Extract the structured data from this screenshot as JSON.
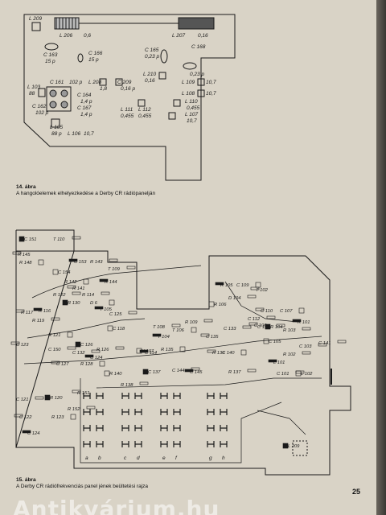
{
  "figure1": {
    "number": "14. ábra",
    "caption": "A hangolóelemek elhelyezkedése a Derby CR rádiópanelján",
    "labels": [
      {
        "id": "L209",
        "t": "L 209"
      },
      {
        "id": "L206",
        "t": "L 206"
      },
      {
        "id": "L206v",
        "t": "0,6"
      },
      {
        "id": "L207",
        "t": "L 207"
      },
      {
        "id": "L207v",
        "t": "0,16"
      },
      {
        "id": "C163",
        "t": "C 163"
      },
      {
        "id": "C163v",
        "t": "15 p"
      },
      {
        "id": "C166",
        "t": "C 166"
      },
      {
        "id": "C166v",
        "t": "15 p"
      },
      {
        "id": "C165",
        "t": "C 165"
      },
      {
        "id": "C165v",
        "t": "0,23 p"
      },
      {
        "id": "C168",
        "t": "C 168"
      },
      {
        "id": "C168v",
        "t": "0,23 p"
      },
      {
        "id": "L103",
        "t": "L 103"
      },
      {
        "id": "L103v",
        "t": "88"
      },
      {
        "id": "C161",
        "t": "C 161"
      },
      {
        "id": "C161v",
        "t": "102 p"
      },
      {
        "id": "C164",
        "t": "C 164"
      },
      {
        "id": "C164v",
        "t": "1,4 p"
      },
      {
        "id": "C162",
        "t": "C 162"
      },
      {
        "id": "C162v",
        "t": "102 p"
      },
      {
        "id": "C167",
        "t": "C 167"
      },
      {
        "id": "C167v",
        "t": "1,4 p"
      },
      {
        "id": "L208",
        "t": "L 208"
      },
      {
        "id": "L208v",
        "t": "1,8"
      },
      {
        "id": "C209",
        "t": "C 209"
      },
      {
        "id": "C209v",
        "t": "0,16 p"
      },
      {
        "id": "L210",
        "t": "L 210"
      },
      {
        "id": "L210v",
        "t": "0,16"
      },
      {
        "id": "L109",
        "t": "L 109"
      },
      {
        "id": "L109v",
        "t": "10,7"
      },
      {
        "id": "L108",
        "t": "L 108"
      },
      {
        "id": "L108v",
        "t": "10,7"
      },
      {
        "id": "L111",
        "t": "L 111"
      },
      {
        "id": "L111v",
        "t": "0,455"
      },
      {
        "id": "L112",
        "t": "L 112"
      },
      {
        "id": "L112v",
        "t": "0,455"
      },
      {
        "id": "L110",
        "t": "L 110"
      },
      {
        "id": "L110v",
        "t": "0,455"
      },
      {
        "id": "L107",
        "t": "L 107"
      },
      {
        "id": "L107v",
        "t": "10,7"
      },
      {
        "id": "L105",
        "t": "L 105"
      },
      {
        "id": "L105v",
        "t": "88 p"
      },
      {
        "id": "L106",
        "t": "L 106"
      },
      {
        "id": "L106v",
        "t": "10,7"
      }
    ]
  },
  "figure2": {
    "number": "15. ábra",
    "caption": "A Derby CR rádiófrekvenciás panel jének beültetési rajza",
    "labels": [
      "C 151",
      "T 110",
      "R 145",
      "R 148",
      "C 153",
      "R 143",
      "C 154",
      "T 109",
      "R 144",
      "R 142",
      "R 141",
      "R 122",
      "R 130",
      "R 114",
      "R 117",
      "D 6",
      "T 105",
      "C 125",
      "C 118",
      "R 119",
      "R 116",
      "R 121",
      "C 123",
      "C 150",
      "C 126",
      "C 132",
      "C 127",
      "R 128",
      "C 124",
      "R 126",
      "R 140",
      "R 138",
      "C 114",
      "R 135",
      "R 151",
      "C 121",
      "R 120",
      "R 152",
      "C 122",
      "R 123",
      "C 124",
      "T 108",
      "R 106",
      "D 104",
      "R 105",
      "C 109",
      "T 102",
      "C 111",
      "R 104",
      "R 103",
      "C 106",
      "C 107",
      "R 101",
      "C 103",
      "C 105",
      "R 102",
      "L 101",
      "C 101",
      "L 102",
      "C 141",
      "C 137",
      "R 137",
      "R 136",
      "C 140",
      "C 145",
      "C 144",
      "V 107",
      "R 109",
      "T 104",
      "T 106",
      "C 135",
      "C 133",
      "L 209",
      "C 112",
      "C 110"
    ],
    "columns": [
      "a",
      "b",
      "c",
      "d",
      "e",
      "f",
      "g",
      "h"
    ]
  },
  "page_number": "25",
  "watermark": "Antikvárium.hu"
}
